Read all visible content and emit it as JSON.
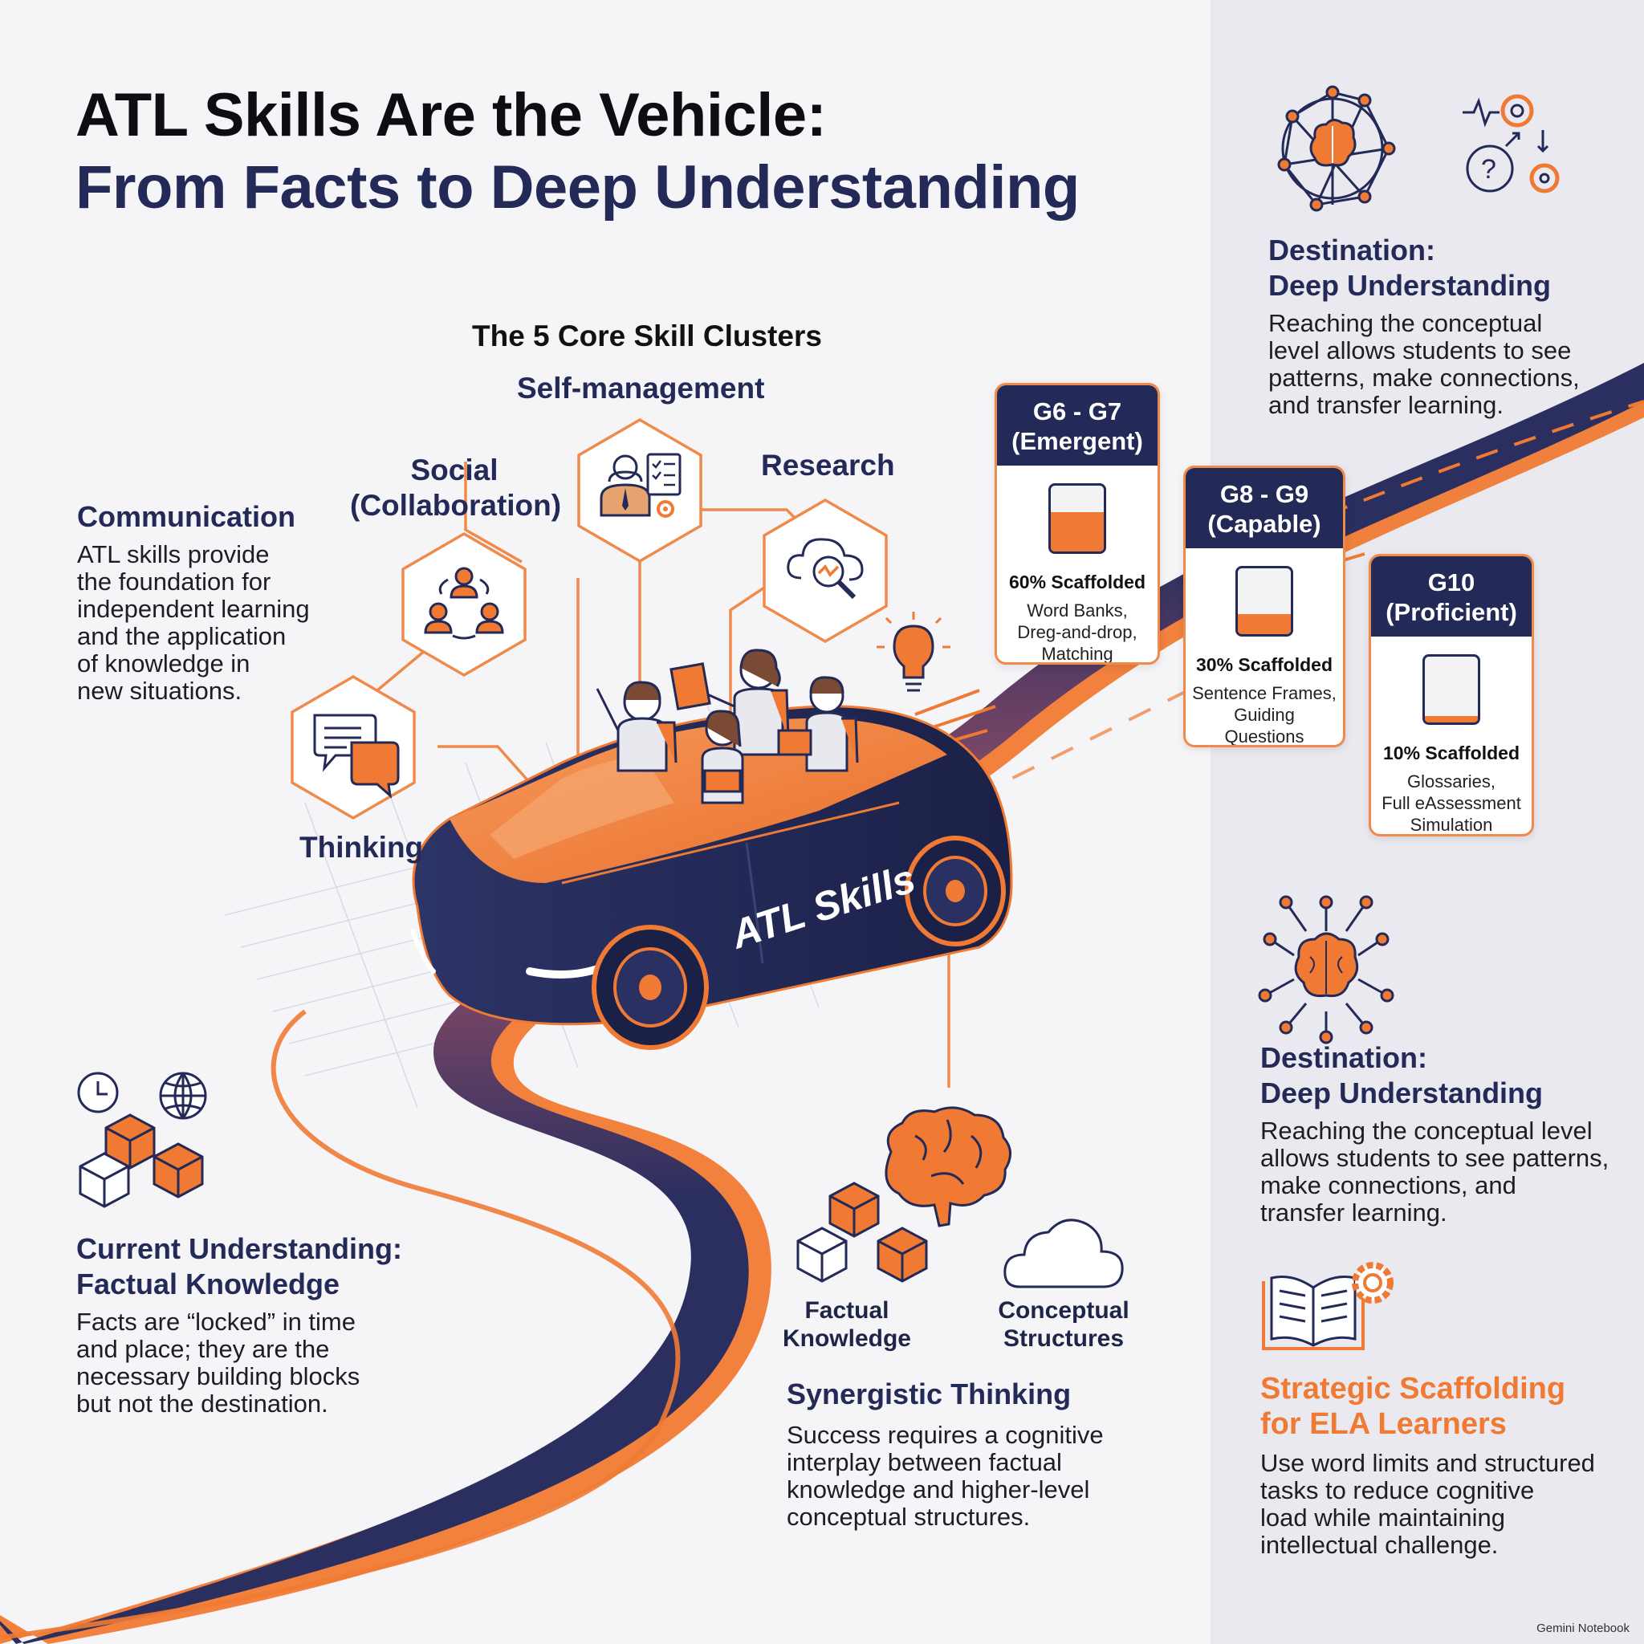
{
  "title": {
    "line1": "ATL Skills Are the Vehicle:",
    "line2": "From Facts to Deep Understanding"
  },
  "clusters": {
    "heading": "The 5 Core Skill Clusters",
    "self_management": "Self-management",
    "social_line1": "Social",
    "social_line2": "(Collaboration)",
    "research": "Research",
    "thinking": "Thinking"
  },
  "car_label": "ATL Skills",
  "communication": {
    "heading": "Communication",
    "body": [
      "ATL skills provide",
      "the foundation for",
      "independent learning",
      "and the application",
      "of knowledge in",
      "new situations."
    ]
  },
  "current_understanding": {
    "heading_line1": "Current Understanding:",
    "heading_line2": "Factual Knowledge",
    "body": [
      "Facts are “locked” in time",
      "and place; they are the",
      "necessary building blocks",
      "but not the destination."
    ]
  },
  "synergy": {
    "factual_line1": "Factual",
    "factual_line2": "Knowledge",
    "conceptual_line1": "Conceptual",
    "conceptual_line2": "Structures",
    "heading": "Synergistic Thinking",
    "body": [
      "Success requires a cognitive",
      "interplay between factual",
      "knowledge and higher-level",
      "conceptual structures."
    ]
  },
  "destination_top": {
    "heading_line1": "Destination:",
    "heading_line2": "Deep Understanding",
    "body": [
      "Reaching the conceptual",
      "level allows students to see",
      "patterns, make connections,",
      "and transfer learning."
    ]
  },
  "destination_bottom": {
    "heading_line1": "Destination:",
    "heading_line2": "Deep Understanding",
    "body": [
      "Reaching the conceptual level",
      "allows students to see patterns,",
      "make connections, and",
      "transfer learning."
    ]
  },
  "scaffolding": {
    "heading_line1": "Strategic Scaffolding",
    "heading_line2": "for ELA Learners",
    "body": [
      "Use word limits and structured",
      "tasks to reduce cognitive",
      "load while maintaining",
      "intellectual challenge."
    ]
  },
  "grade_cards": [
    {
      "grade": "G6 - G7",
      "level": "(Emergent)",
      "scaffold_fraction": 0.6,
      "pct_label": "60% Scaffolded",
      "desc": [
        "Word Banks,",
        "Dreg-and-drop,",
        "Matching"
      ]
    },
    {
      "grade": "G8 - G9",
      "level": "(Capable)",
      "scaffold_fraction": 0.3,
      "pct_label": "30% Scaffolded",
      "desc": [
        "Sentence Frames,",
        "Guiding",
        "Questions"
      ]
    },
    {
      "grade": "G10",
      "level": "(Proficient)",
      "scaffold_fraction": 0.1,
      "pct_label": "10% Scaffolded",
      "desc": [
        "Glossaries,",
        "Full eAssessment",
        "Simulation"
      ]
    }
  ],
  "icons": {
    "cluster_icons": [
      "self-management-icon",
      "social-collaboration-icon",
      "research-icon",
      "thinking-chat-icon"
    ],
    "other": [
      "lightbulb-icon",
      "brain-network-icon",
      "gear-question-icon",
      "clock-globe-blocks-icon",
      "brain-icon",
      "cubes-icon",
      "cloud-icon",
      "book-gear-icon"
    ]
  },
  "colors": {
    "navy": "#232a57",
    "orange": "#f07a33",
    "panel": "#e9e9ef",
    "background": "#f5f5f8"
  },
  "footer": "Gemini Notebook"
}
